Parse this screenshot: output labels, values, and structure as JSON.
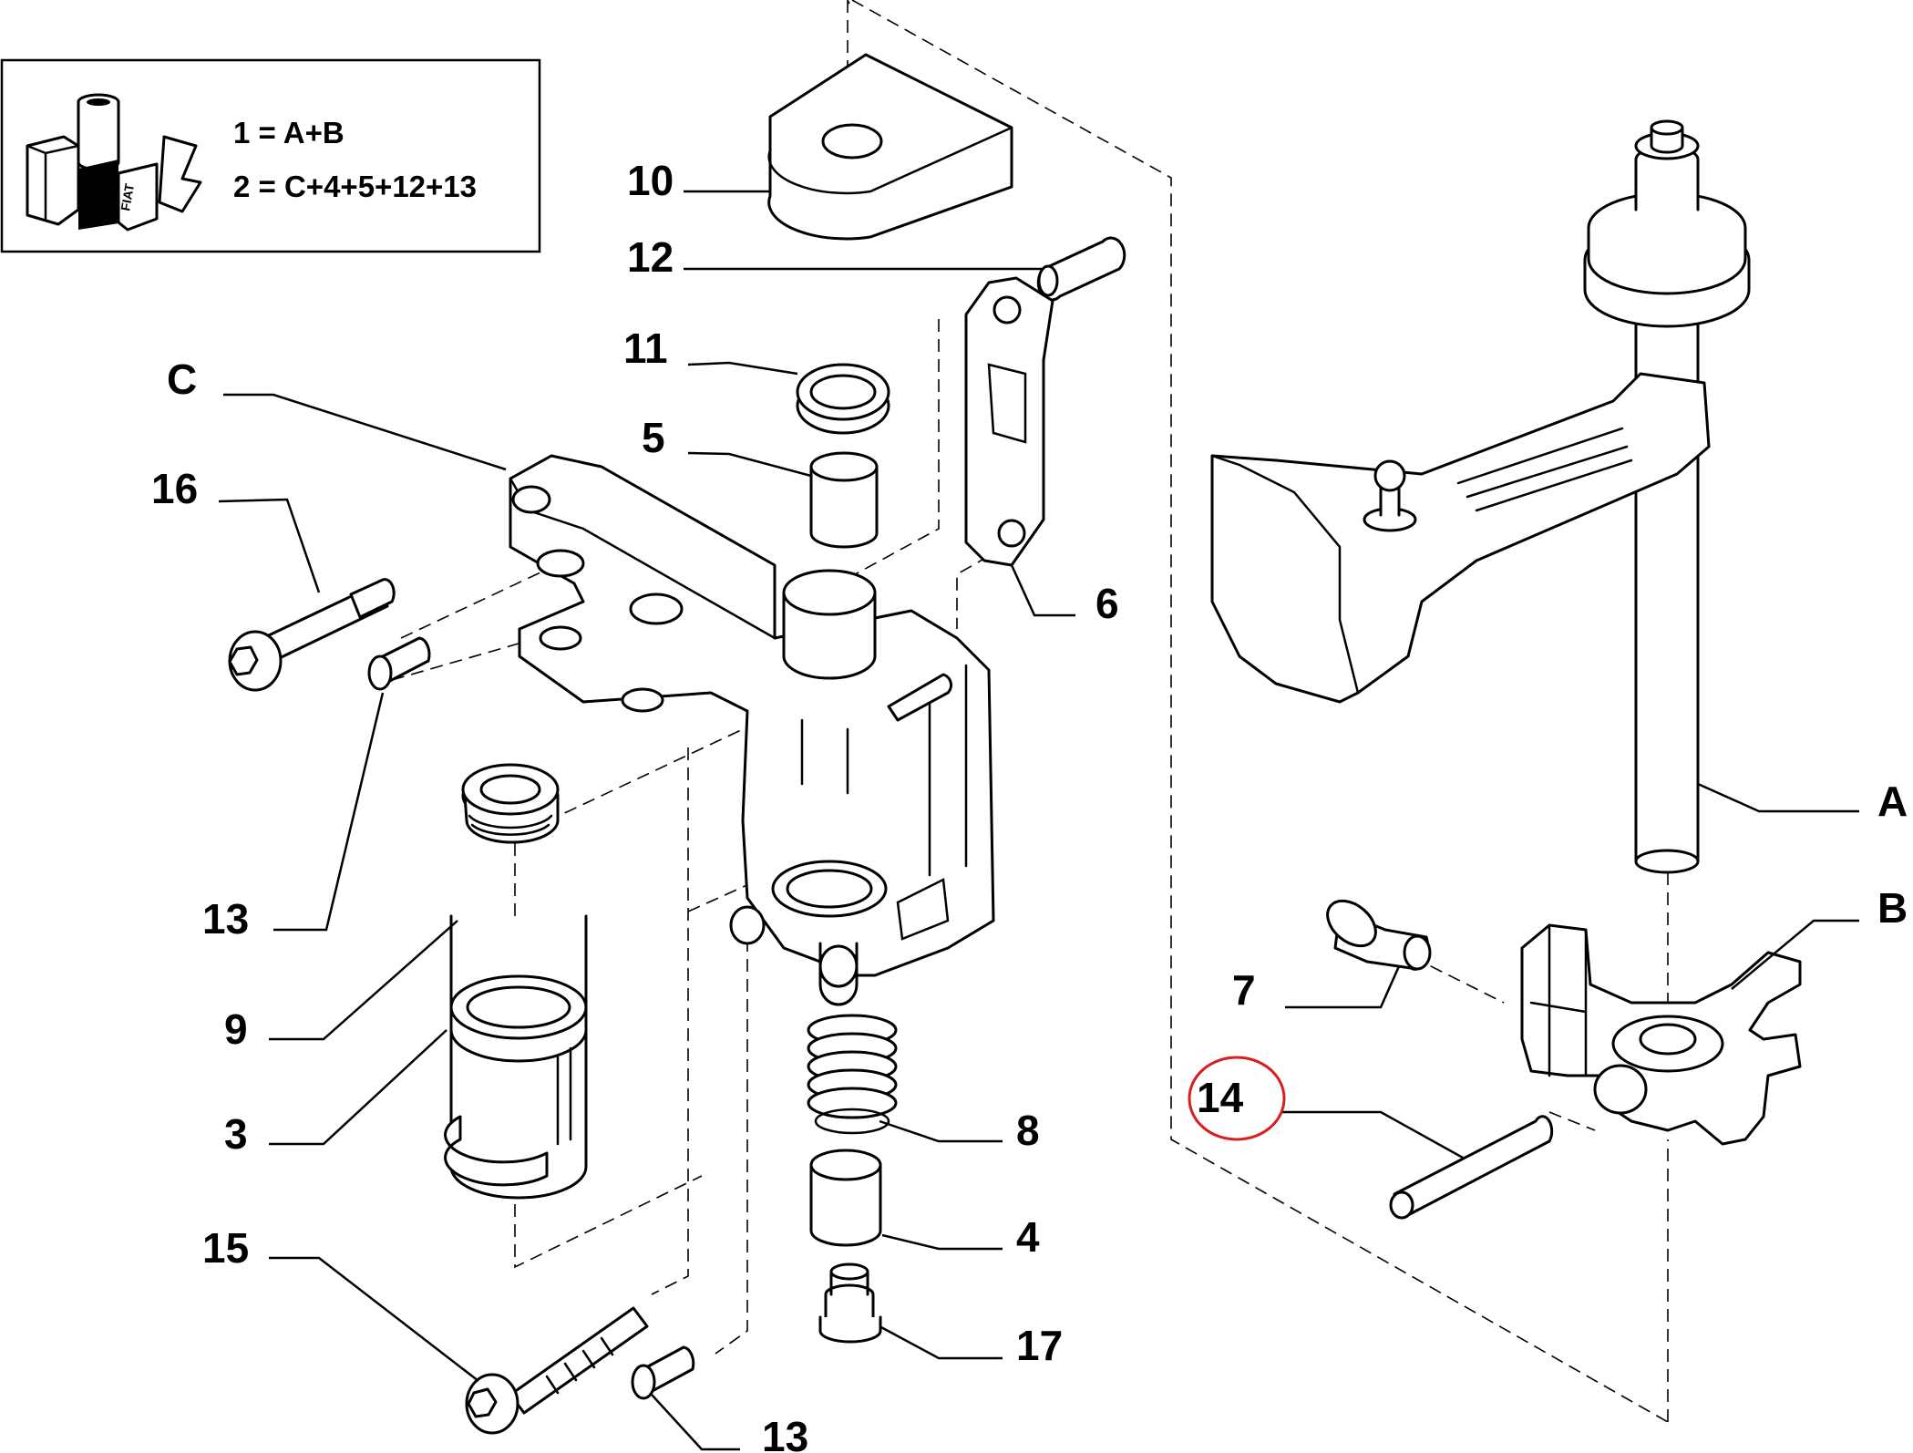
{
  "legend": {
    "line1": "1 = A+B",
    "line2": "2 = C+4+5+12+13",
    "logo_text": "FIAT"
  },
  "callouts": {
    "c10": "10",
    "c12": "12",
    "c11": "11",
    "c5": "5",
    "cC": "C",
    "c16": "16",
    "c6": "6",
    "c13a": "13",
    "c9": "9",
    "c3": "3",
    "c8": "8",
    "c4": "4",
    "c15": "15",
    "c17": "17",
    "c13b": "13",
    "cA": "A",
    "cB": "B",
    "c7": "7",
    "c14": "14"
  },
  "highlight": {
    "callout": "14",
    "color": "#d61f1f"
  }
}
